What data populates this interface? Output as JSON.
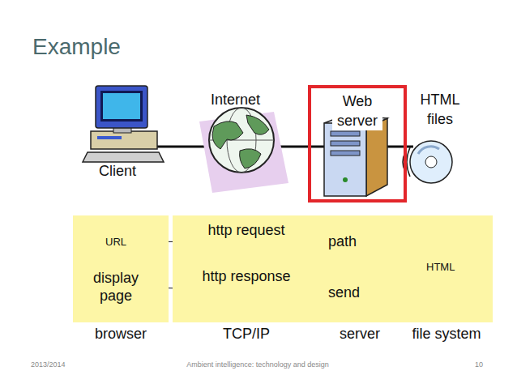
{
  "diagram": {
    "title": "Example",
    "nodes": [
      {
        "text": [
          "Web server"
        ]
      },
      {
        "text": [
          "browser"
        ]
      },
      {
        "text": [
          "TCP/IP"
        ]
      },
      {
        "text": [
          "server"
        ]
      },
      {
        "text": [
          "file system"
        ]
      },
      {
        "text": [
          "URL"
        ],
        "in": 1
      },
      {
        "text": [
          "path"
        ],
        "in": 3
      },
      {
        "text": [
          "HTML"
        ],
        "in": 4
      },
      {
        "text": [
          "display page"
        ],
        "in": 1
      },
      {
        "text": [
          "send"
        ],
        "in": 3
      }
    ],
    "edges": [
      {
        "from": 5,
        "to": 6,
        "arrow": "to",
        "label": "http request"
      },
      {
        "from": 6,
        "to": 7,
        "arrow": "to"
      },
      {
        "from": 7,
        "to": 9,
        "arrow": "to"
      },
      {
        "from": 9,
        "to": 8,
        "arrow": "to",
        "label": "http response"
      }
    ],
    "labels": [
      "Client",
      "Internet",
      "HTML files",
      "2013/2014",
      "Ambient intelligence: technology and design",
      "10"
    ]
  }
}
